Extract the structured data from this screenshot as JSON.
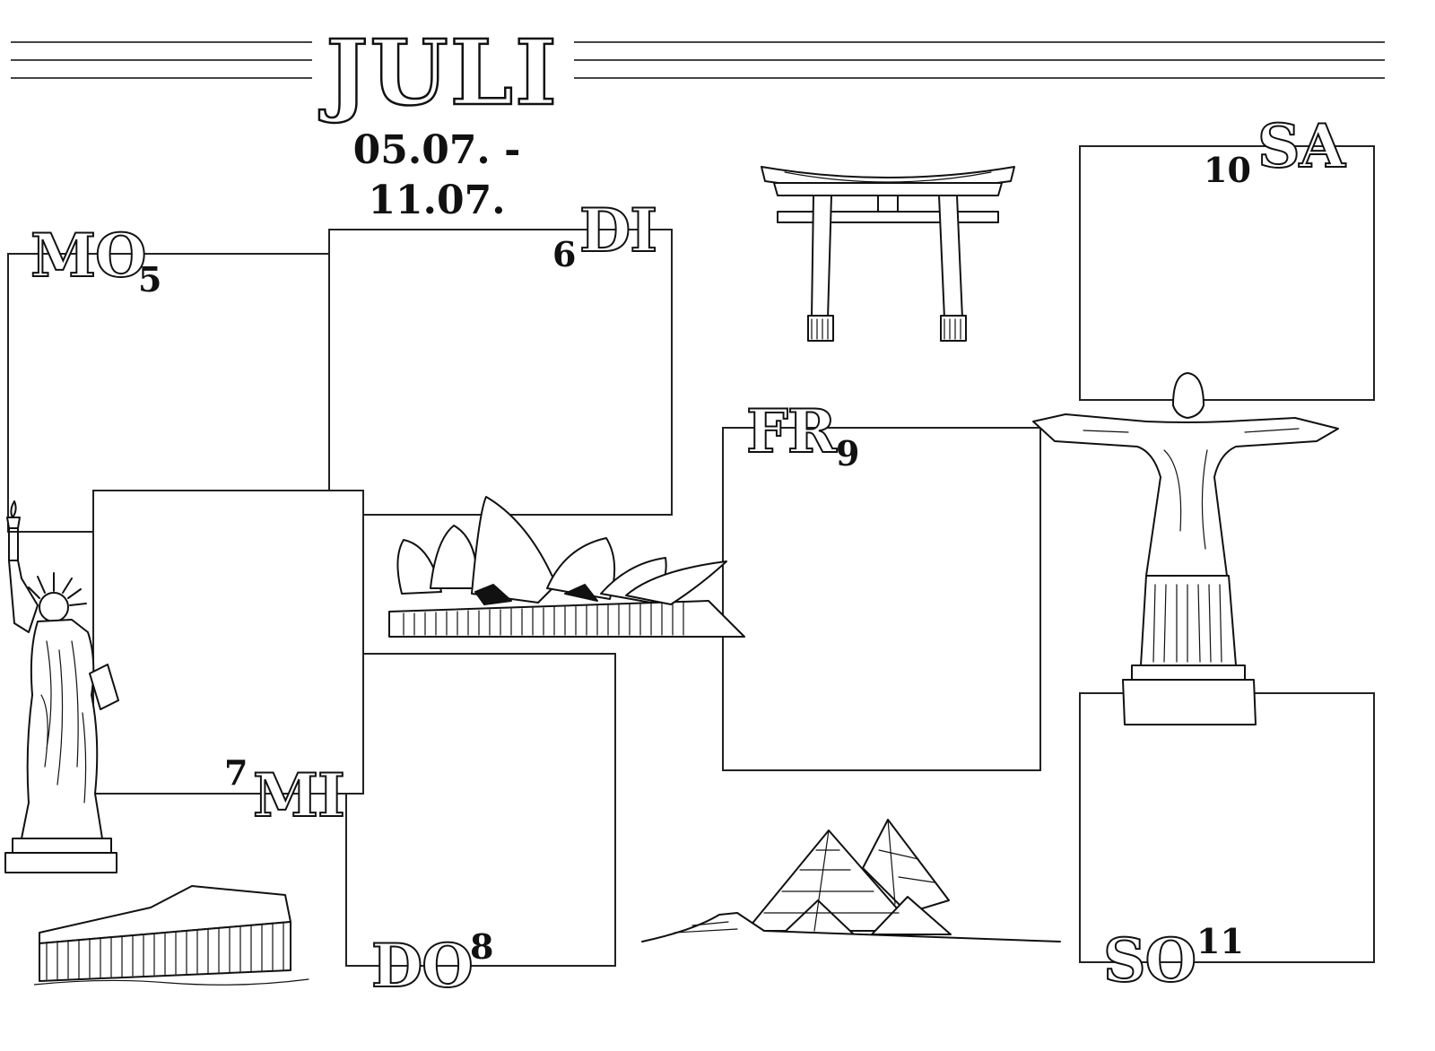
{
  "header": {
    "month": "JULI",
    "range": "05.07. - 11.07."
  },
  "days": {
    "mo": {
      "label": "MO",
      "num": "5"
    },
    "di": {
      "label": "DI",
      "num": "6"
    },
    "mi": {
      "label": "MI",
      "num": "7"
    },
    "do": {
      "label": "DO",
      "num": "8"
    },
    "fr": {
      "label": "FR",
      "num": "9"
    },
    "sa": {
      "label": "SA",
      "num": "10"
    },
    "so": {
      "label": "SO",
      "num": "11"
    }
  },
  "illustrations": [
    "torii-gate-icon",
    "statue-of-liberty-icon",
    "sydney-opera-house-icon",
    "christ-the-redeemer-icon",
    "parthenon-icon",
    "pyramids-icon"
  ]
}
